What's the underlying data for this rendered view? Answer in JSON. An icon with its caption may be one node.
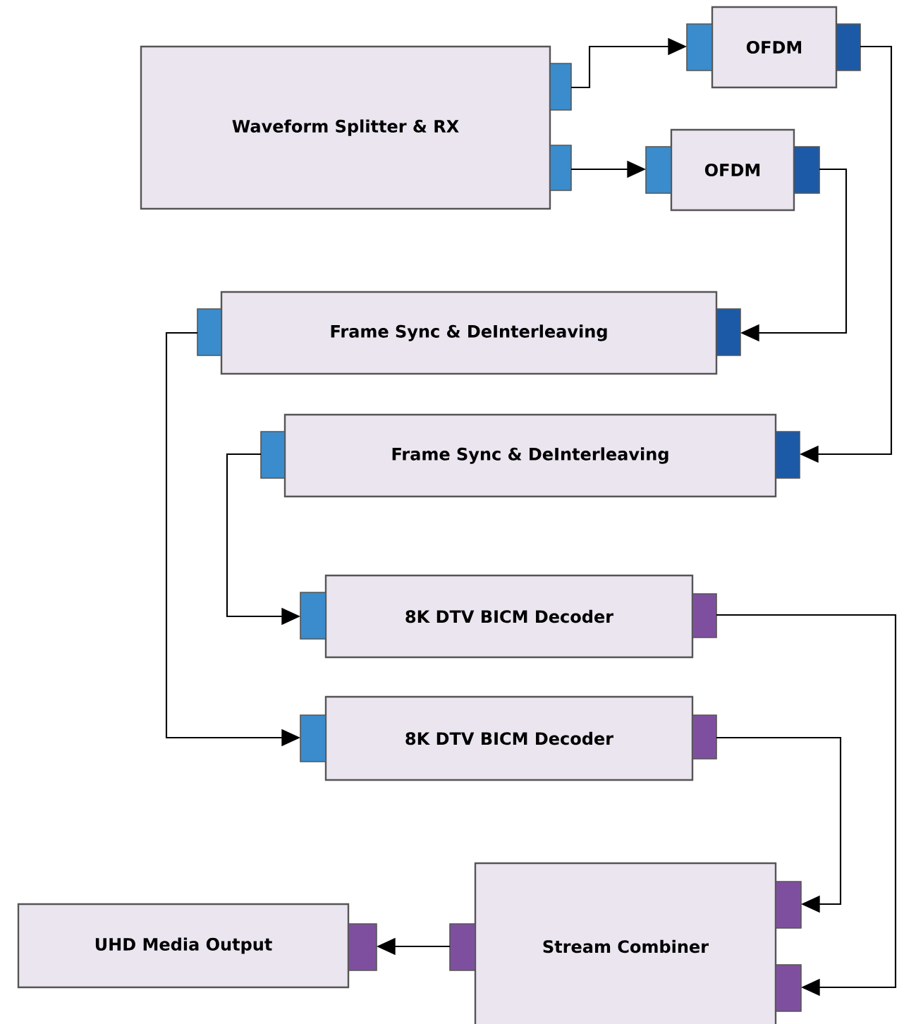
{
  "diagram": {
    "nodes": [
      {
        "text": [
          "Waveform Splitter & RX"
        ]
      },
      {
        "text": [
          "OFDM"
        ]
      },
      {
        "text": [
          "OFDM"
        ]
      },
      {
        "text": [
          "Frame Sync & DeInterleaving"
        ]
      },
      {
        "text": [
          "Frame Sync & DeInterleaving"
        ]
      },
      {
        "text": [
          "8K DTV BICM Decoder"
        ]
      },
      {
        "text": [
          "8K DTV BICM Decoder"
        ]
      },
      {
        "text": [
          "Stream Combiner"
        ]
      },
      {
        "text": [
          "UHD Media Output"
        ]
      }
    ],
    "edges": [
      {
        "from": 0,
        "to": 1,
        "arrow": "to"
      },
      {
        "from": 0,
        "to": 2,
        "arrow": "to"
      },
      {
        "from": 2,
        "to": 3,
        "arrow": "to"
      },
      {
        "from": 1,
        "to": 4,
        "arrow": "to"
      },
      {
        "from": 3,
        "to": 6,
        "arrow": "to"
      },
      {
        "from": 4,
        "to": 5,
        "arrow": "to"
      },
      {
        "from": 5,
        "to": 7,
        "arrow": "to"
      },
      {
        "from": 6,
        "to": 7,
        "arrow": "to"
      },
      {
        "from": 7,
        "to": 8,
        "arrow": "to"
      }
    ]
  }
}
